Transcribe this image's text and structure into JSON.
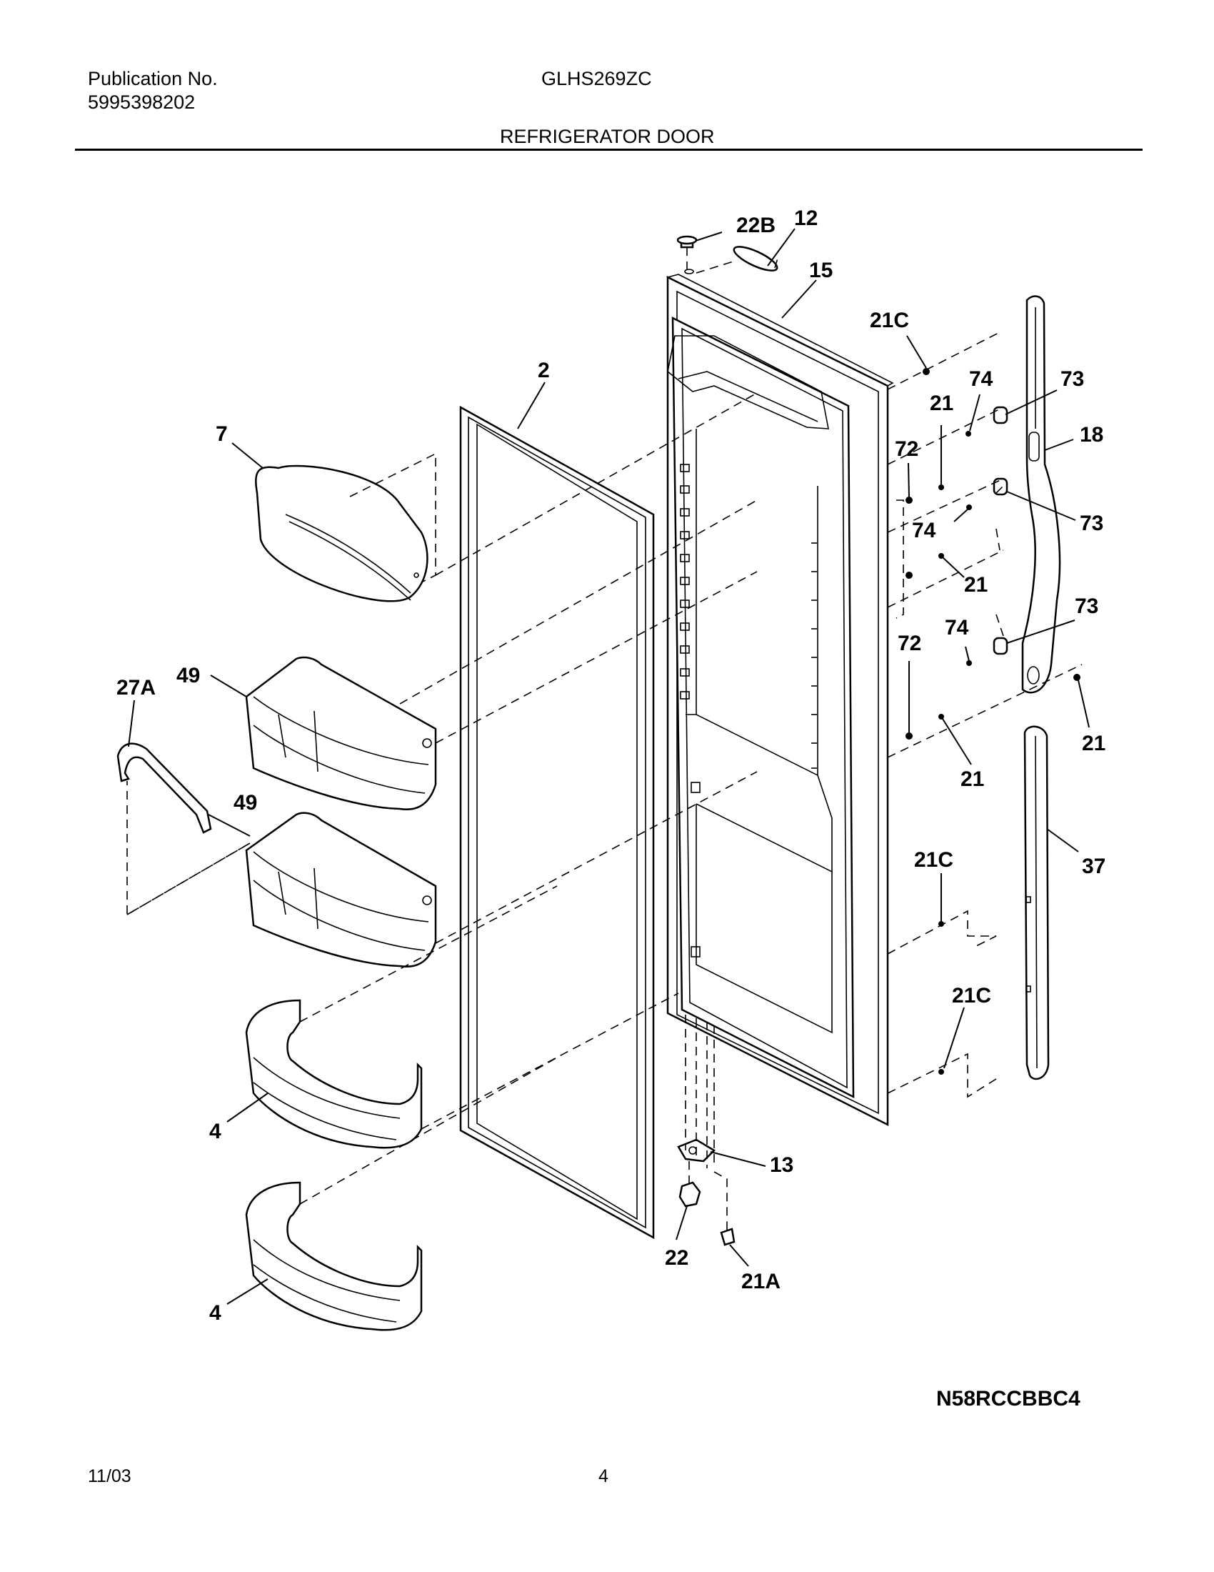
{
  "header": {
    "publication_label": "Publication No.",
    "publication_number": "5995398202",
    "model": "GLHS269ZC",
    "section_title": "REFRIGERATOR DOOR"
  },
  "diagram_code": "N58RCCBBC4",
  "footer": {
    "date": "11/03",
    "page": "4"
  },
  "callouts": {
    "c22B": "22B",
    "c12": "12",
    "c15": "15",
    "c21C_top": "21C",
    "c74_a": "74",
    "c73_a": "73",
    "c2": "2",
    "c7": "7",
    "c21_a": "21",
    "c18": "18",
    "c72_a": "72",
    "c74_b": "74",
    "c73_b": "73",
    "c21_b": "21",
    "c27A": "27A",
    "c49_a": "49",
    "c74_c": "74",
    "c73_c": "73",
    "c72_b": "72",
    "c21_c": "21",
    "c21_d": "21",
    "c49_b": "49",
    "c21C_mid": "21C",
    "c37": "37",
    "c21C_bot": "21C",
    "c4_a": "4",
    "c13": "13",
    "c22": "22",
    "c21A": "21A",
    "c4_b": "4"
  }
}
